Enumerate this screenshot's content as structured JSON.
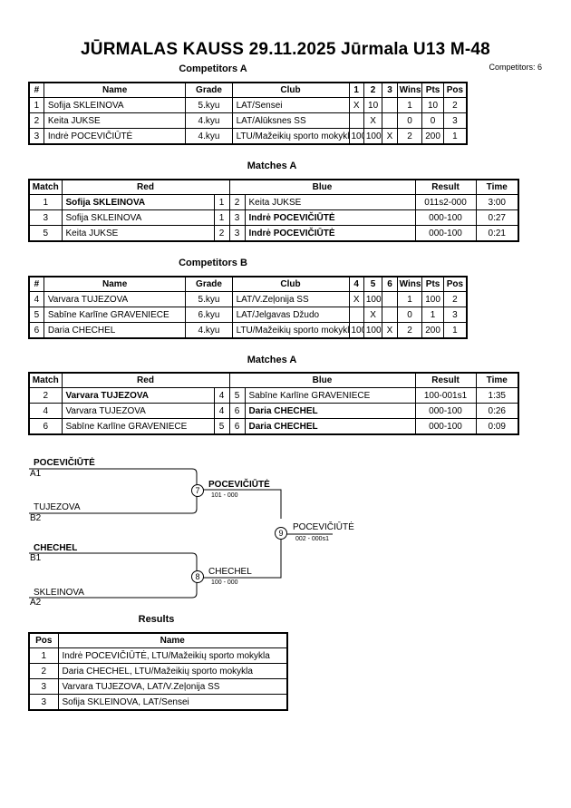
{
  "header": {
    "title": "JŪRMALAS KAUSS  29.11.2025  Jūrmala   U13 M-48",
    "competitors_count": "Competitors: 6"
  },
  "competitors_a": {
    "title": "Competitors A",
    "columns": [
      "#",
      "Name",
      "Grade",
      "Club",
      "1",
      "2",
      "3",
      "Wins",
      "Pts",
      "Pos"
    ],
    "rows": [
      {
        "num": "1",
        "name": "Sofija SKLEINOVA",
        "grade": "5.kyu",
        "club": "LAT/Sensei",
        "s1": "X",
        "s2": "10",
        "s3": "",
        "wins": "1",
        "pts": "10",
        "pos": "2"
      },
      {
        "num": "2",
        "name": "Keita JUKSE",
        "grade": "4.kyu",
        "club": "LAT/Alūksnes SS",
        "s1": "",
        "s2": "X",
        "s3": "",
        "wins": "0",
        "pts": "0",
        "pos": "3"
      },
      {
        "num": "3",
        "name": "Indrė POCEVIČIŪTĖ",
        "grade": "4.kyu",
        "club": "LTU/Mažeikių sporto mokykla",
        "s1": "100",
        "s2": "100",
        "s3": "X",
        "wins": "2",
        "pts": "200",
        "pos": "1"
      }
    ]
  },
  "matches_a": {
    "title": "Matches A",
    "columns": [
      "Match",
      "Red",
      "Blue",
      "Result",
      "Time"
    ],
    "rows": [
      {
        "match": "1",
        "red": "Sofija SKLEINOVA",
        "red_bold": true,
        "rn": "1",
        "bn": "2",
        "blue": "Keita JUKSE",
        "blue_bold": false,
        "result": "011s2-000",
        "time": "3:00"
      },
      {
        "match": "3",
        "red": "Sofija SKLEINOVA",
        "red_bold": false,
        "rn": "1",
        "bn": "3",
        "blue": "Indrė POCEVIČIŪTĖ",
        "blue_bold": true,
        "result": "000-100",
        "time": "0:27"
      },
      {
        "match": "5",
        "red": "Keita JUKSE",
        "red_bold": false,
        "rn": "2",
        "bn": "3",
        "blue": "Indrė POCEVIČIŪTĖ",
        "blue_bold": true,
        "result": "000-100",
        "time": "0:21"
      }
    ]
  },
  "competitors_b": {
    "title": "Competitors B",
    "columns": [
      "#",
      "Name",
      "Grade",
      "Club",
      "4",
      "5",
      "6",
      "Wins",
      "Pts",
      "Pos"
    ],
    "rows": [
      {
        "num": "4",
        "name": "Varvara TUJEZOVA",
        "grade": "5.kyu",
        "club": "LAT/V.Zeļonija SS",
        "s1": "X",
        "s2": "100",
        "s3": "",
        "wins": "1",
        "pts": "100",
        "pos": "2"
      },
      {
        "num": "5",
        "name": "Sabīne Karlīne GRAVENIECE",
        "grade": "6.kyu",
        "club": "LAT/Jelgavas Džudo",
        "s1": "",
        "s2": "X",
        "s3": "",
        "wins": "0",
        "pts": "1",
        "pos": "3"
      },
      {
        "num": "6",
        "name": "Daria CHECHEL",
        "grade": "4.kyu",
        "club": "LTU/Mažeikių sporto mokykla",
        "s1": "100",
        "s2": "100",
        "s3": "X",
        "wins": "2",
        "pts": "200",
        "pos": "1"
      }
    ]
  },
  "matches_b": {
    "title": "Matches A",
    "columns": [
      "Match",
      "Red",
      "Blue",
      "Result",
      "Time"
    ],
    "rows": [
      {
        "match": "2",
        "red": "Varvara TUJEZOVA",
        "red_bold": true,
        "rn": "4",
        "bn": "5",
        "blue": "Sabīne Karlīne GRAVENIECE",
        "blue_bold": false,
        "result": "100-001s1",
        "time": "1:35"
      },
      {
        "match": "4",
        "red": "Varvara TUJEZOVA",
        "red_bold": false,
        "rn": "4",
        "bn": "6",
        "blue": "Daria CHECHEL",
        "blue_bold": true,
        "result": "000-100",
        "time": "0:26"
      },
      {
        "match": "6",
        "red": "Sabīne Karlīne GRAVENIECE",
        "red_bold": false,
        "rn": "5",
        "bn": "6",
        "blue": "Daria CHECHEL",
        "blue_bold": true,
        "result": "000-100",
        "time": "0:09"
      }
    ]
  },
  "bracket": {
    "semi1": {
      "top_name": "POCEVIČIŪTĖ",
      "top_seed": "A1",
      "bottom_name": "TUJEZOVA",
      "bottom_seed": "B2",
      "match": "7",
      "winner": "POCEVIČIŪTĖ",
      "score": "101 - 000"
    },
    "semi2": {
      "top_name": "CHECHEL",
      "top_seed": "B1",
      "bottom_name": "SKLEINOVA",
      "bottom_seed": "A2",
      "match": "8",
      "winner": "CHECHEL",
      "score": "100 - 000"
    },
    "final": {
      "match": "9",
      "winner": "POCEVIČIŪTĖ",
      "score": "002 - 000s1"
    }
  },
  "results": {
    "title": "Results",
    "columns": [
      "Pos",
      "Name"
    ],
    "rows": [
      {
        "pos": "1",
        "name": "Indrė POCEVIČIŪTĖ, LTU/Mažeikių sporto mokykla"
      },
      {
        "pos": "2",
        "name": "Daria CHECHEL, LTU/Mažeikių sporto mokykla"
      },
      {
        "pos": "3",
        "name": "Varvara TUJEZOVA, LAT/V.Zeļonija SS"
      },
      {
        "pos": "3",
        "name": "Sofija SKLEINOVA, LAT/Sensei"
      }
    ]
  }
}
